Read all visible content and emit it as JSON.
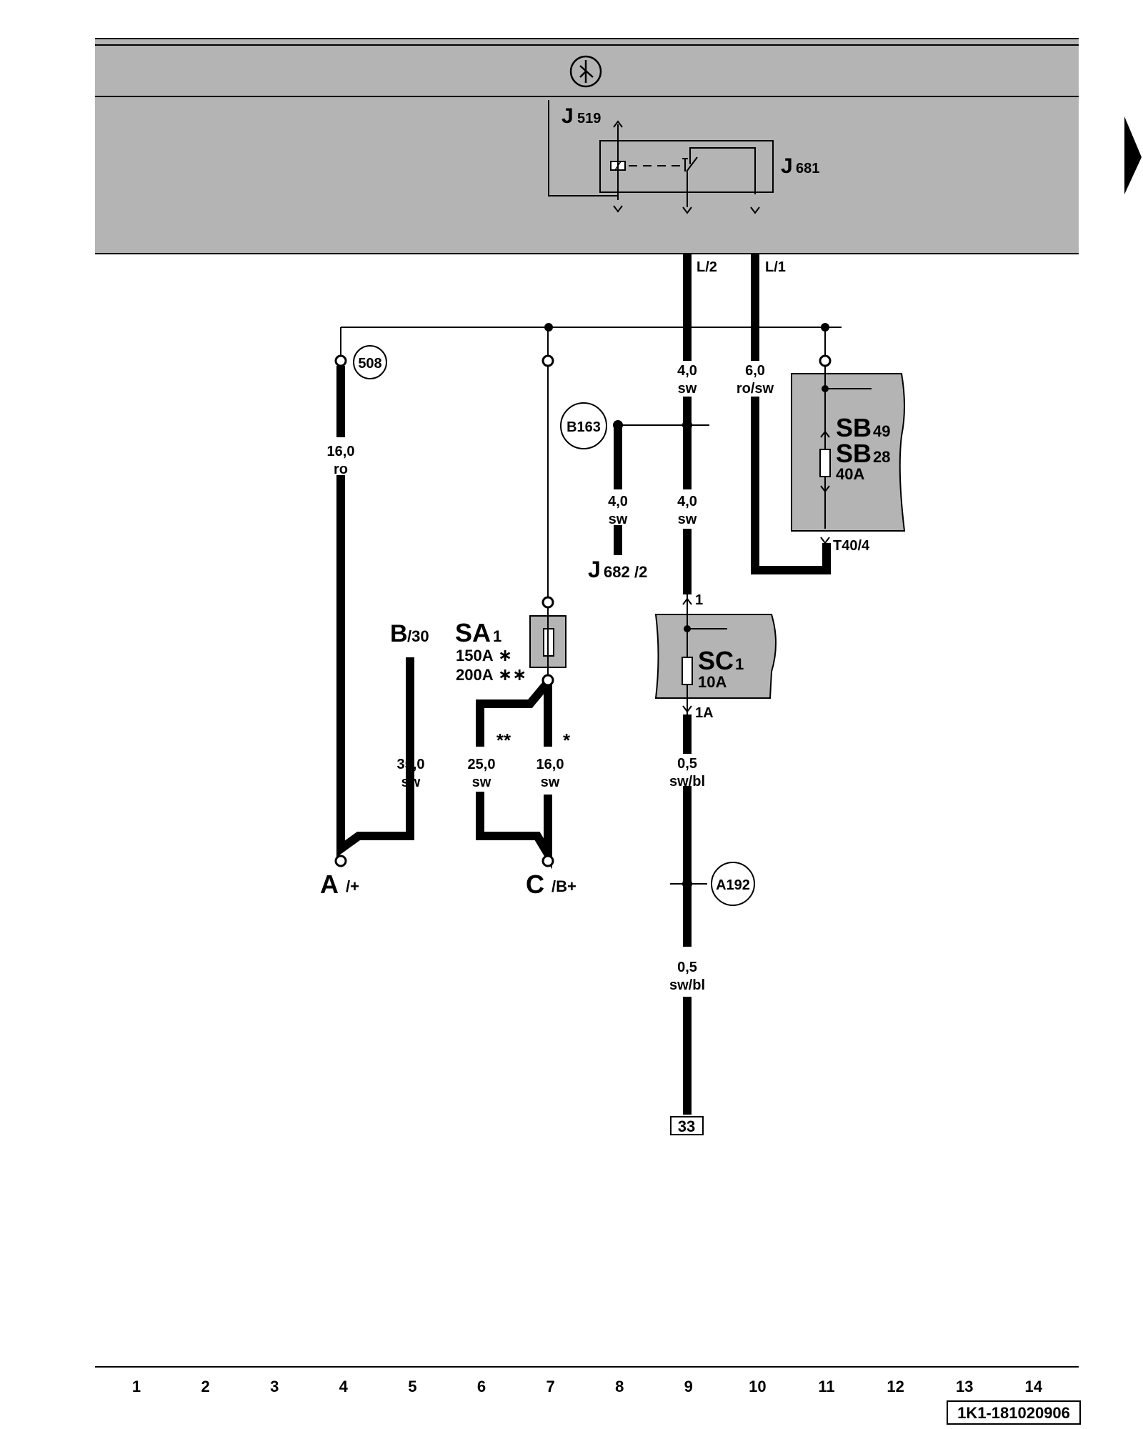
{
  "header": {
    "symbol_icon": "ground-symbol-icon",
    "components": {
      "j519": {
        "letter": "J",
        "sub": "519"
      },
      "j681": {
        "letter": "J",
        "sub": "681"
      }
    }
  },
  "terminals": {
    "l2": "L/2",
    "l1": "L/1",
    "t40_4": "T40/4",
    "sc_in": "1",
    "sc_out": "1A"
  },
  "bubbles": {
    "b508": "508",
    "b163": "B163",
    "a192": "A192"
  },
  "wire_labels": {
    "w9a": {
      "size": "4,0",
      "color": "sw"
    },
    "w10": {
      "size": "6,0",
      "color": "ro/sw"
    },
    "w4": {
      "size": "16,0",
      "color": "ro"
    },
    "w8": {
      "size": "4,0",
      "color": "sw"
    },
    "w9b": {
      "size": "4,0",
      "color": "sw"
    },
    "w5": {
      "size": "35,0",
      "color": "sw"
    },
    "w6": {
      "size": "25,0",
      "color": "sw",
      "note": "**"
    },
    "w7": {
      "size": "16,0",
      "color": "sw",
      "note": "*"
    },
    "w9c": {
      "size": "0,5",
      "color": "sw/bl"
    },
    "w9d": {
      "size": "0,5",
      "color": "sw/bl"
    }
  },
  "fuses": {
    "sb49": {
      "letters": "SB",
      "sub": "49"
    },
    "sb28": {
      "letters": "SB",
      "sub": "28",
      "rating": "40A"
    },
    "sa1": {
      "letters": "SA",
      "sub": "1",
      "rating1": "150A",
      "mark1": "∗",
      "rating2": "200A",
      "mark2": "∗∗"
    },
    "sc1": {
      "letters": "SC",
      "sub": "1",
      "rating": "10A"
    }
  },
  "connectors": {
    "j682": {
      "letter": "J",
      "sub": "682",
      "pin": "/2"
    },
    "b30": {
      "letter": "B",
      "pin": "/30"
    },
    "a_plus": {
      "letter": "A",
      "pin": "/+"
    },
    "c_bplus": {
      "letter": "C",
      "pin": "/B+"
    },
    "ref33": "33"
  },
  "footer": {
    "columns": [
      "1",
      "2",
      "3",
      "4",
      "5",
      "6",
      "7",
      "8",
      "9",
      "10",
      "11",
      "12",
      "13",
      "14"
    ],
    "doc_id": "1K1-181020906"
  },
  "colors": {
    "panel": "#b4b4b4",
    "ink": "#000000"
  }
}
